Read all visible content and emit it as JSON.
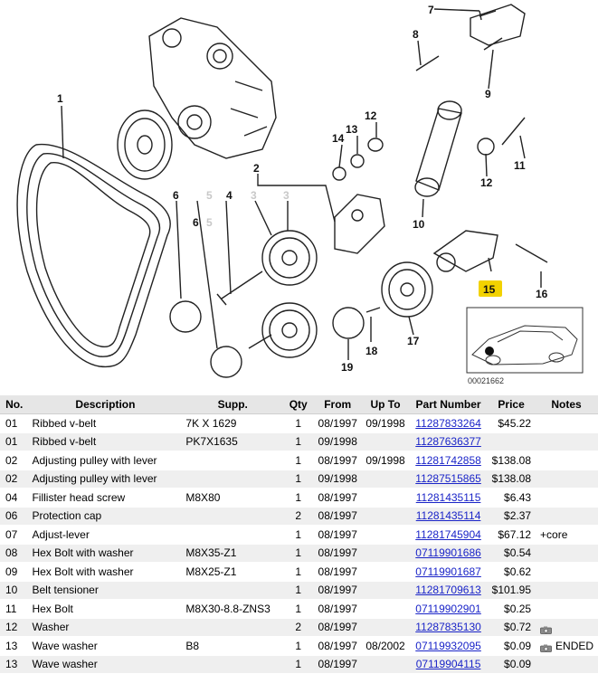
{
  "diagram": {
    "callouts": {
      "c1": "1",
      "c2": "2",
      "c3a": "3",
      "c3b": "3",
      "c4": "4",
      "c5a": "5",
      "c5b": "5",
      "c6a": "6",
      "c6b": "6",
      "c7": "7",
      "c8": "8",
      "c9": "9",
      "c10": "10",
      "c11": "11",
      "c12a": "12",
      "c12b": "12",
      "c13": "13",
      "c14": "14",
      "c15": "15",
      "c16": "16",
      "c17": "17",
      "c18": "18",
      "c19": "19"
    },
    "inset_id": "00021662",
    "highlight_color": "#f2d200"
  },
  "table": {
    "headers": {
      "no": "No.",
      "desc": "Description",
      "supp": "Supp.",
      "qty": "Qty",
      "from": "From",
      "upto": "Up To",
      "pn": "Part Number",
      "price": "Price",
      "notes": "Notes"
    },
    "rows": [
      {
        "no": "01",
        "desc": "Ribbed v-belt",
        "supp": "7K X 1629",
        "qty": "1",
        "from": "08/1997",
        "upto": "09/1998",
        "pn": "11287833264",
        "price": "$45.22",
        "notes": ""
      },
      {
        "no": "01",
        "desc": "Ribbed v-belt",
        "supp": "PK7X1635",
        "qty": "1",
        "from": "09/1998",
        "upto": "",
        "pn": "11287636377",
        "price": "",
        "notes": ""
      },
      {
        "no": "02",
        "desc": "Adjusting pulley with lever",
        "supp": "",
        "qty": "1",
        "from": "08/1997",
        "upto": "09/1998",
        "pn": "11281742858",
        "price": "$138.08",
        "notes": ""
      },
      {
        "no": "02",
        "desc": "Adjusting pulley with lever",
        "supp": "",
        "qty": "1",
        "from": "09/1998",
        "upto": "",
        "pn": "11287515865",
        "price": "$138.08",
        "notes": ""
      },
      {
        "no": "04",
        "desc": "Fillister head screw",
        "supp": "M8X80",
        "qty": "1",
        "from": "08/1997",
        "upto": "",
        "pn": "11281435115",
        "price": "$6.43",
        "notes": ""
      },
      {
        "no": "06",
        "desc": "Protection cap",
        "supp": "",
        "qty": "2",
        "from": "08/1997",
        "upto": "",
        "pn": "11281435114",
        "price": "$2.37",
        "notes": ""
      },
      {
        "no": "07",
        "desc": "Adjust-lever",
        "supp": "",
        "qty": "1",
        "from": "08/1997",
        "upto": "",
        "pn": "11281745904",
        "price": "$67.12",
        "notes": "+core"
      },
      {
        "no": "08",
        "desc": "Hex Bolt with washer",
        "supp": "M8X35-Z1",
        "qty": "1",
        "from": "08/1997",
        "upto": "",
        "pn": "07119901686",
        "price": "$0.54",
        "notes": ""
      },
      {
        "no": "09",
        "desc": "Hex Bolt with washer",
        "supp": "M8X25-Z1",
        "qty": "1",
        "from": "08/1997",
        "upto": "",
        "pn": "07119901687",
        "price": "$0.62",
        "notes": ""
      },
      {
        "no": "10",
        "desc": "Belt tensioner",
        "supp": "",
        "qty": "1",
        "from": "08/1997",
        "upto": "",
        "pn": "11281709613",
        "price": "$101.95",
        "notes": ""
      },
      {
        "no": "11",
        "desc": "Hex Bolt",
        "supp": "M8X30-8.8-ZNS3",
        "qty": "1",
        "from": "08/1997",
        "upto": "",
        "pn": "07119902901",
        "price": "$0.25",
        "notes": ""
      },
      {
        "no": "12",
        "desc": "Washer",
        "supp": "",
        "qty": "2",
        "from": "08/1997",
        "upto": "",
        "pn": "11287835130",
        "price": "$0.72",
        "notes": "",
        "icon": "camera-icon"
      },
      {
        "no": "13",
        "desc": "Wave washer",
        "supp": "B8",
        "qty": "1",
        "from": "08/1997",
        "upto": "08/2002",
        "pn": "07119932095",
        "price": "$0.09",
        "notes": "ENDED",
        "icon": "camera-icon"
      },
      {
        "no": "13",
        "desc": "Wave washer",
        "supp": "",
        "qty": "1",
        "from": "08/1997",
        "upto": "",
        "pn": "07119904115",
        "price": "$0.09",
        "notes": ""
      }
    ]
  }
}
